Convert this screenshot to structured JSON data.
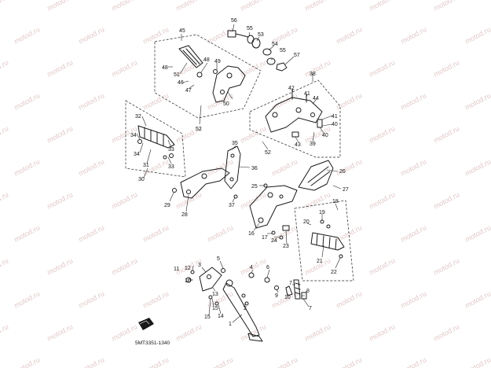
{
  "watermark": "motod.ru",
  "diagram_code": "5MT3351-1340",
  "callouts": {
    "c1": "1",
    "c2": "2",
    "c3": "3",
    "c4": "4",
    "c5": "5",
    "c6": "6",
    "c7": "7",
    "c8": "8",
    "c9": "9",
    "c10": "10",
    "c11": "11",
    "c12": "12",
    "c13": "13",
    "c14": "14",
    "c15": "15",
    "c16": "16",
    "c17": "17",
    "c18": "18",
    "c19": "19",
    "c20": "20",
    "c21": "21",
    "c22": "22",
    "c23": "23",
    "c24": "24",
    "c25": "25",
    "c26": "26",
    "c27": "27",
    "c28": "28",
    "c29": "29",
    "c30": "30",
    "c31": "31",
    "c32": "32",
    "c33": "33",
    "c34": "34",
    "c35": "35",
    "c36": "36",
    "c37": "37",
    "c38": "38",
    "c39": "39",
    "c40": "40",
    "c41": "41",
    "c42": "42",
    "c43": "43",
    "c44": "44",
    "c45": "45",
    "c46": "46",
    "c47": "47",
    "c48": "48",
    "c49": "49",
    "c50": "50",
    "c51": "51",
    "c52a": "52",
    "c52b": "52",
    "c53": "53",
    "c54": "54",
    "c55": "55",
    "c56": "56",
    "c57": "57"
  }
}
